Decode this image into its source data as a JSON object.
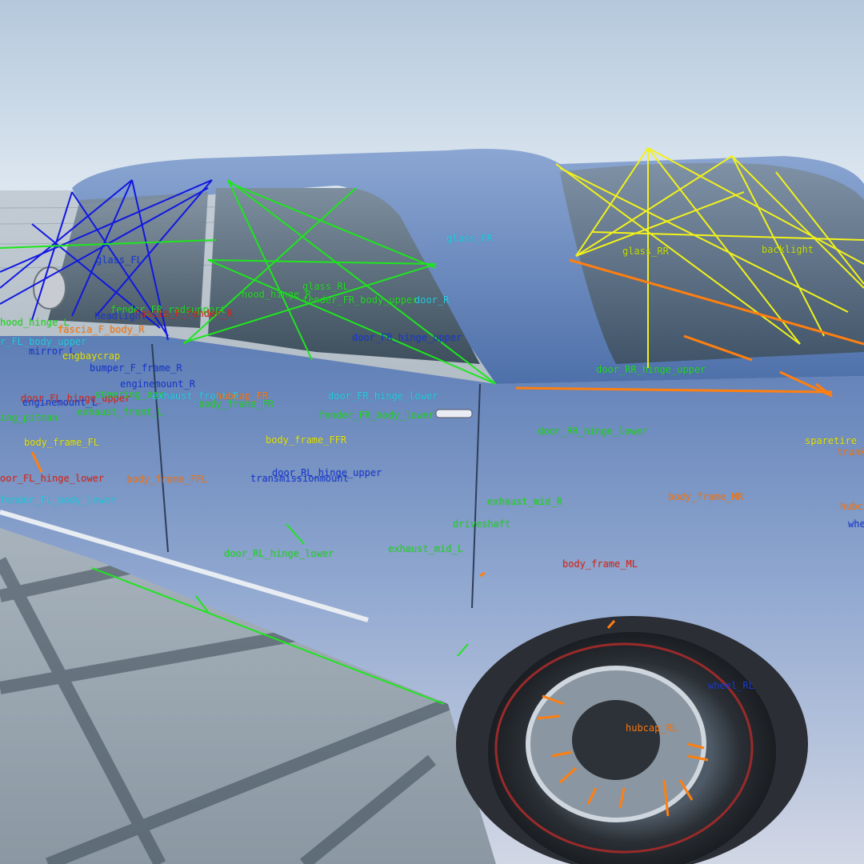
{
  "colors": {
    "sky_top": "#b6c9dc",
    "sky_bottom": "#dbe6ef",
    "ground": "#9aa6b0",
    "ground_lines": "#2e3c48",
    "car_body": "#5f7fb6",
    "car_lower": "#c6ccdc",
    "label_cyan": "#25d0e6",
    "label_green": "#22dd22",
    "label_blue": "#1a3cd6",
    "label_yellow": "#e6e600",
    "label_orange": "#ff7a10",
    "label_red": "#e0281a",
    "beam_blue": "#1018e0",
    "beam_green": "#1ee61e",
    "beam_yellow": "#f2f21a",
    "beam_orange": "#ff7f10"
  },
  "labels": [
    {
      "text": "glass_FR",
      "color": "#25d0e6"
    },
    {
      "text": "glass_RR",
      "color": "#c8e000"
    },
    {
      "text": "backlight",
      "color": "#c8e000"
    },
    {
      "text": "glass_FL",
      "color": "#1a3cd6"
    },
    {
      "text": "glass_RL",
      "color": "#22dd22"
    },
    {
      "text": "hood_hinge_R",
      "color": "#22dd22"
    },
    {
      "text": "fender_FR_body_upper",
      "color": "#22dd22"
    },
    {
      "text": "door_R",
      "color": "#25d0e6"
    },
    {
      "text": "fender_FR_radsupport",
      "color": "#22dd22"
    },
    {
      "text": "headlight",
      "color": "#1a3cd6"
    },
    {
      "text": "fascia_F_fender_R",
      "color": "#e0281a"
    },
    {
      "text": "hood_hinge_L",
      "color": "#22dd22"
    },
    {
      "text": "fascia_F_body_R",
      "color": "#ff7a10"
    },
    {
      "text": "r_FL_body_upper",
      "color": "#25d0e6"
    },
    {
      "text": "mirror_L",
      "color": "#1a3cd6"
    },
    {
      "text": "engbaycrap",
      "color": "#e6e600"
    },
    {
      "text": "door_FR_hinge_upper",
      "color": "#1a3cd6"
    },
    {
      "text": "door_RR_hinge_upper",
      "color": "#22dd22"
    },
    {
      "text": "bumper_F_frame_R",
      "color": "#1a3cd6"
    },
    {
      "text": "enginemount_R",
      "color": "#1a3cd6"
    },
    {
      "text": "door_FL_hinge_upper",
      "color": "#e0281a"
    },
    {
      "text": "steering_box",
      "color": "#22dd22"
    },
    {
      "text": "exhaust_front_R",
      "color": "#25d0e6"
    },
    {
      "text": "hubcap_FR",
      "color": "#ff7a10"
    },
    {
      "text": "door_FR_hinge_lower",
      "color": "#25d0e6"
    },
    {
      "text": "enginemount_L",
      "color": "#1a3cd6"
    },
    {
      "text": "body_frame_FR",
      "color": "#22dd22"
    },
    {
      "text": "ing_pitman",
      "color": "#22dd22"
    },
    {
      "text": "exhaust_front_L",
      "color": "#22dd22"
    },
    {
      "text": "fender_FR_body_lower",
      "color": "#22dd22"
    },
    {
      "text": "door_RR_hinge_lower",
      "color": "#22dd22"
    },
    {
      "text": "sparetire",
      "color": "#e6e600"
    },
    {
      "text": "trunk",
      "color": "#ff7a10"
    },
    {
      "text": "body_frame_FL",
      "color": "#e6e600"
    },
    {
      "text": "body_frame_FFR",
      "color": "#e6e600"
    },
    {
      "text": "door_RL_hinge_upper",
      "color": "#1a3cd6"
    },
    {
      "text": "oor_FL_hinge_lower",
      "color": "#e0281a"
    },
    {
      "text": "body_frame_FFL",
      "color": "#ff7a10"
    },
    {
      "text": "transmissionmount",
      "color": "#1a3cd6"
    },
    {
      "text": "body_frame_MR",
      "color": "#ff7a10"
    },
    {
      "text": "fender_FL_body_lower",
      "color": "#25d0e6"
    },
    {
      "text": "exhaust_mid_R",
      "color": "#22dd22"
    },
    {
      "text": "hubc",
      "color": "#ff7a10"
    },
    {
      "text": "whe",
      "color": "#1a3cd6"
    },
    {
      "text": "driveshaft",
      "color": "#22dd22"
    },
    {
      "text": "door_RL_hinge_lower",
      "color": "#22dd22"
    },
    {
      "text": "exhaust_mid_L",
      "color": "#22dd22"
    },
    {
      "text": "body_frame_ML",
      "color": "#e0281a"
    },
    {
      "text": "wheel_RL",
      "color": "#1a3cd6"
    },
    {
      "text": "hubcap_RL",
      "color": "#ff7a10"
    }
  ]
}
